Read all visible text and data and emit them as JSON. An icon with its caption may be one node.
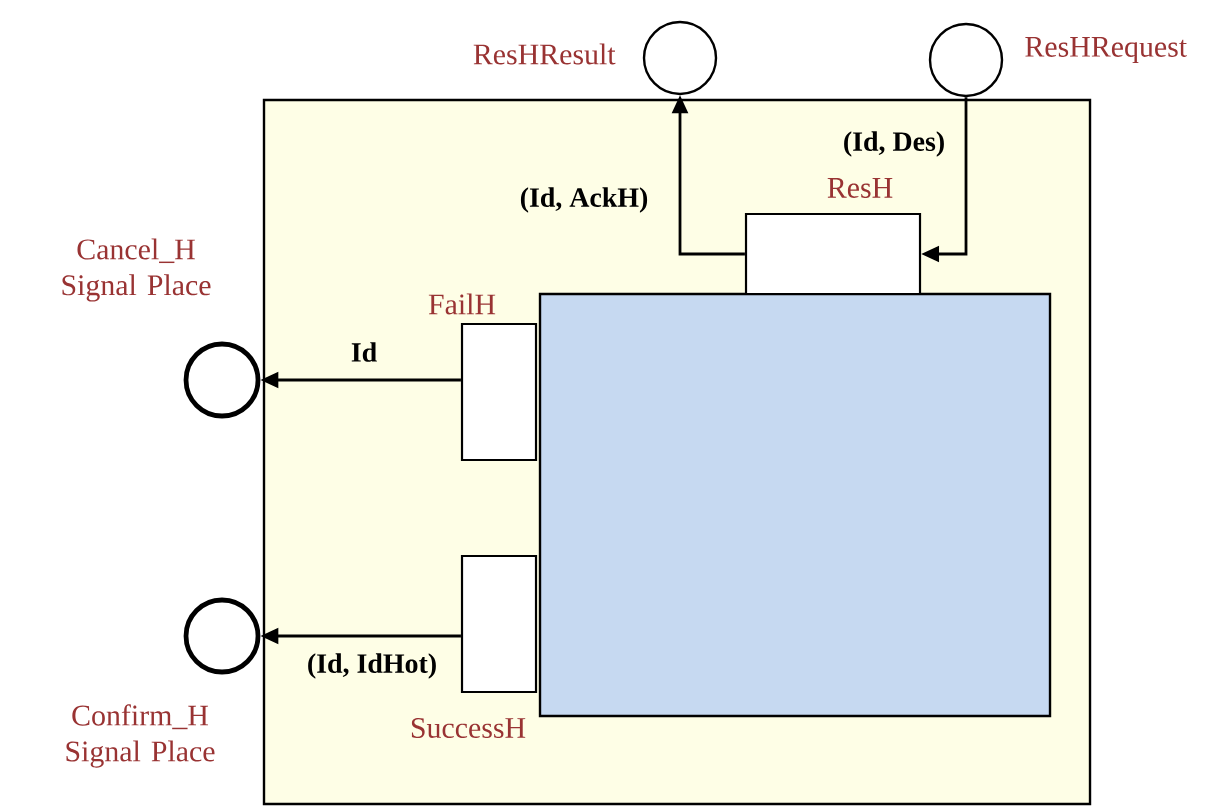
{
  "diagram": {
    "nodes": [
      {
        "text": [],
        "shape": "box"
      },
      {
        "text": [],
        "shape": "box",
        "in": 0
      },
      {
        "text": [
          "ResH"
        ],
        "in": 0
      },
      {
        "text": [
          "FailH"
        ],
        "in": 0
      },
      {
        "text": [
          "SuccessH"
        ],
        "in": 0
      },
      {
        "text": [
          "ResHResult"
        ]
      },
      {
        "text": [
          "ResHRequest"
        ]
      },
      {
        "text": [
          "Cancel_H Signal Place"
        ]
      },
      {
        "text": [
          "Confirm_H Signal Place"
        ]
      }
    ],
    "edges": [
      {
        "from": 2,
        "to": 5,
        "arrow": "to",
        "label": "(Id, AckH)"
      },
      {
        "from": 6,
        "to": 2,
        "arrow": "to",
        "label": "(Id, Des)"
      },
      {
        "from": 3,
        "to": 7,
        "arrow": "to",
        "label": "Id"
      },
      {
        "from": 4,
        "to": 8,
        "arrow": "to",
        "label": "(Id, IdHot)"
      }
    ]
  }
}
